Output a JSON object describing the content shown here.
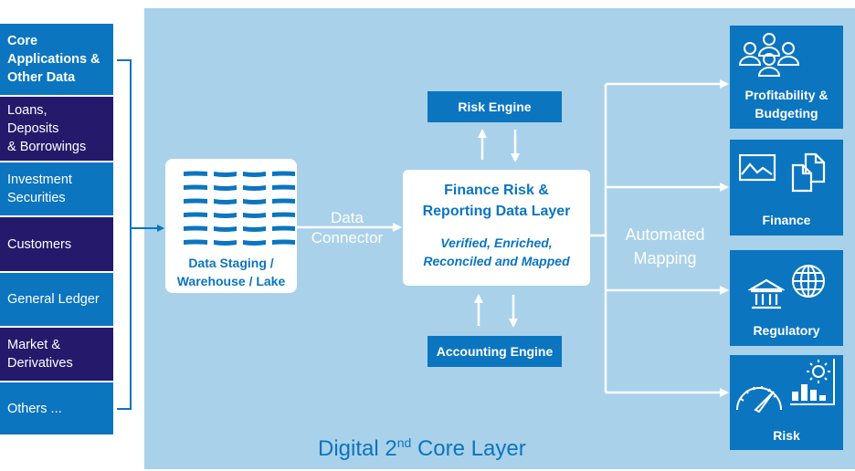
{
  "sources": [
    {
      "label": "Core\nApplications &\nOther Data",
      "bold": true,
      "color": "#0b75c0"
    },
    {
      "label": "Loans,\nDeposits\n& Borrowings",
      "bold": false,
      "color": "#25196b"
    },
    {
      "label": "Investment\nSecurities",
      "bold": false,
      "color": "#0b75c0"
    },
    {
      "label": "Customers",
      "bold": false,
      "color": "#25196b"
    },
    {
      "label": "General Ledger",
      "bold": false,
      "color": "#0b75c0"
    },
    {
      "label": "Market &\nDerivatives",
      "bold": false,
      "color": "#25196b"
    },
    {
      "label": "Others ...",
      "bold": false,
      "color": "#0b75c0"
    }
  ],
  "staging": {
    "label": "Data Staging /\nWarehouse / Lake",
    "icon": "data-lake-waves-icon"
  },
  "connector": {
    "label": "Data\nConnector"
  },
  "core_layer": {
    "title": "Finance Risk &\nReporting Data Layer",
    "subtitle": "Verified, Enriched,\nReconciled and Mapped"
  },
  "engines": {
    "risk": "Risk Engine",
    "accounting": "Accounting Engine"
  },
  "mapping": {
    "label": "Automated\nMapping"
  },
  "outputs": [
    {
      "label": "Profitability &\nBudgeting",
      "icons": [
        "people-group-icon"
      ]
    },
    {
      "label": "Finance",
      "icons": [
        "line-chart-icon",
        "documents-icon"
      ]
    },
    {
      "label": "Regulatory",
      "icons": [
        "bank-building-icon",
        "globe-icon"
      ]
    },
    {
      "label": "Risk",
      "icons": [
        "speedometer-icon",
        "bar-chart-virus-icon"
      ]
    }
  ],
  "footer": {
    "title_prefix": "Digital 2",
    "title_sup": "nd",
    "title_suffix": " Core Layer"
  },
  "colors": {
    "primary_blue": "#0b75c0",
    "dark_indigo": "#25196b",
    "panel_light_blue": "#a9d1ea",
    "white": "#ffffff"
  }
}
